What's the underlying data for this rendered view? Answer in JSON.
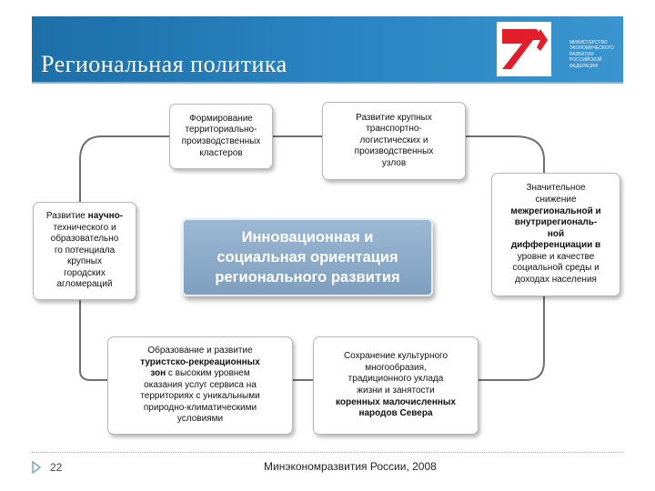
{
  "header": {
    "title": "Региональная политика",
    "logo_text": [
      "министерство",
      "экономического",
      "развития",
      "российской",
      "федерации"
    ]
  },
  "boxes": {
    "clusters": [
      "Формирование",
      "территориально-",
      "производственных",
      "кластеров"
    ],
    "transport": [
      "Развитие крупных",
      "транспортно-",
      "логистических и",
      "производственных",
      "узлов"
    ],
    "science_before": "Развитие ",
    "science_bold": "научно-",
    "science_lines": [
      "технического и",
      "образовательно",
      "го потенциала",
      "крупных",
      "городских",
      "агломераций"
    ],
    "outcome": [
      "Значительное",
      "снижение",
      "межрегиональной и",
      "внутрирегиональ-",
      "ной",
      "дифференциации в",
      "уровне и качестве",
      "социальной среды и",
      "доходах населения"
    ],
    "tourism_intro": "Образование и развитие",
    "tourism_bold": [
      "туристско-рекреационных",
      "зон"
    ],
    "tourism_rest": [
      " с высоким уровнем",
      "оказания услуг сервиса на",
      "территориях с уникальными",
      "природно-климатическими",
      "условиями"
    ],
    "culture": [
      "Сохранение культурного",
      "многообразия,",
      "традиционного уклада",
      "жизни и занятости"
    ],
    "culture_bold": [
      "коренных малочисленных",
      "народов Севера"
    ]
  },
  "center": {
    "lines": [
      "Инновационная и",
      "социальная ориентация",
      "регионального развития"
    ]
  },
  "footer": {
    "page_number": "22",
    "source": "Минэкономразвития России, 2008"
  },
  "colors": {
    "header_blue": "#2b85c2",
    "logo_red": "#e31e2a",
    "center_blue": "#8aa9c8",
    "connector_gray": "#6f6f6f"
  }
}
